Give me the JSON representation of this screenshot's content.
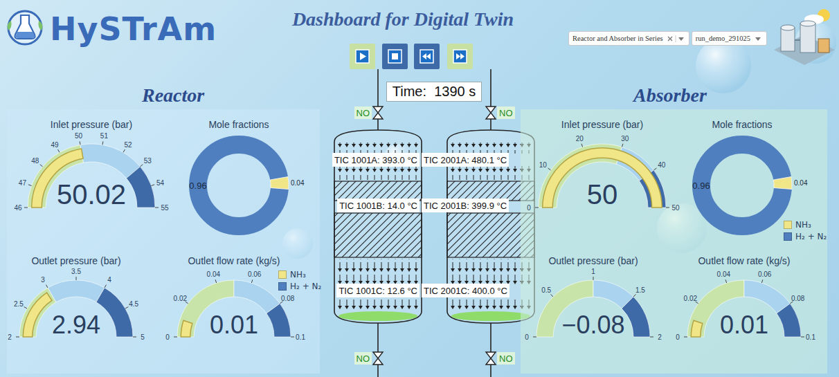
{
  "diagram": {
    "title": "Dashboard for Digital Twin",
    "nodes": [
      {
        "text": [
          "Reactor and Absorber in Series"
        ]
      },
      {
        "text": [
          "run_demo_291025"
        ]
      },
      {
        "text": [
          "Time:  1390 s"
        ]
      },
      {
        "text": [
          "Reactor"
        ]
      },
      {
        "text": [
          "Absorber"
        ]
      },
      {
        "text": [
          "NO"
        ]
      },
      {
        "text": [
          "NO"
        ]
      },
      {
        "text": [
          "TIC 1001A: 393.0 °C"
        ]
      },
      {
        "text": [
          "TIC 2001A: 480.1 °C"
        ]
      },
      {
        "text": [
          "TIC 1001B: 14.0 °C"
        ]
      },
      {
        "text": [
          "TIC 2001B: 399.9 °C"
        ]
      },
      {
        "text": [
          "TIC 1001C: 12.6 °C"
        ]
      },
      {
        "text": [
          "TIC 2001C: 400.0 °C"
        ]
      },
      {
        "text": [
          "NO"
        ]
      },
      {
        "text": [
          "NO"
        ]
      }
    ],
    "labels": [
      "HySTrAm",
      "Inlet pressure (bar)",
      "46",
      "47",
      "48",
      "49",
      "50",
      "51",
      "52",
      "53",
      "54",
      "55",
      "50.02",
      "Mole fractions",
      "0.96",
      "0.04",
      "Outlet pressure (bar)",
      "2",
      "2.5",
      "3",
      "3.5",
      "4",
      "4.5",
      "5",
      "2.94",
      "Outlet flow rate (kg/s)",
      "0",
      "0.02",
      "0.04",
      "0.06",
      "0.08",
      "0.1",
      "0.01",
      "Inlet pressure (bar)",
      "0",
      "10",
      "20",
      "30",
      "40",
      "50",
      "50",
      "Mole fractions",
      "0.96",
      "0.04",
      "Outlet pressure (bar)",
      "0",
      "0.5",
      "1",
      "1.5",
      "2",
      "−0.08",
      "Outlet flow rate (kg/s)",
      "0",
      "0.02",
      "0.04",
      "0.06",
      "0.08",
      "0.1",
      "0.01"
    ],
    "legend": [
      {
        "text": "NH₃",
        "color": "#f1e687"
      },
      {
        "text": "H₂ + N₂",
        "color": "#4f7fbf"
      },
      {
        "text": "NH₃",
        "color": "#f1e687"
      },
      {
        "text": "H₂ + N₂",
        "color": "#4f7fbf"
      }
    ]
  }
}
